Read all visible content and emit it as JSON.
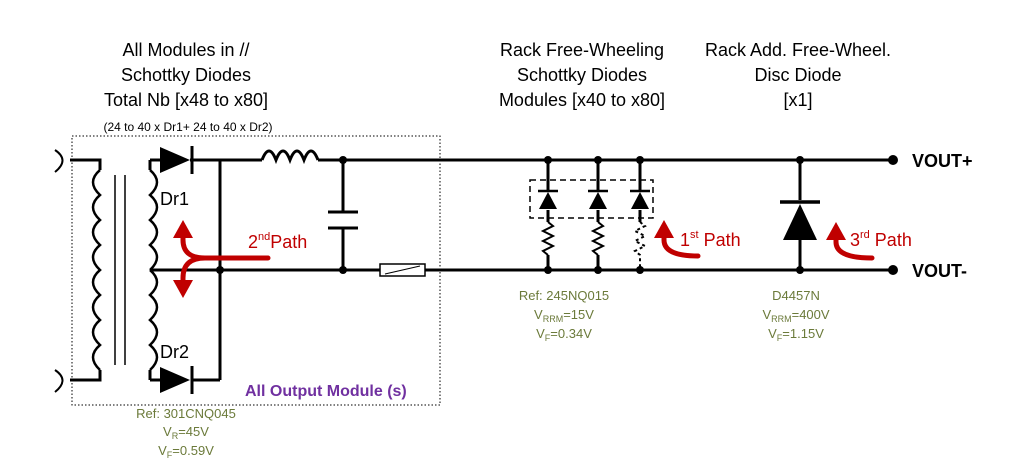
{
  "colors": {
    "wire": "#000000",
    "path_arrow": "#c00000",
    "ref_text": "#6b7a3a",
    "module_label": "#7030a0"
  },
  "schottky_title": {
    "l1": "All Modules in //",
    "l2": "Schottky Diodes",
    "l3": "Total Nb [x48 to x80]"
  },
  "schottky_sub": "(24 to 40 x Dr1+ 24 to 40 x Dr2)",
  "rack_fw_title": {
    "l1": "Rack Free-Wheeling",
    "l2": "Schottky Diodes",
    "l3": "Modules [x40 to x80]"
  },
  "rack_add_title": {
    "l1": "Rack Add. Free-Wheel.",
    "l2": "Disc Diode",
    "l3": "[x1]"
  },
  "labels": {
    "dr1": "Dr1",
    "dr2": "Dr2",
    "vout_plus": "VOUT+",
    "vout_minus": "VOUT-",
    "module_box": "All Output Module (s)"
  },
  "paths": {
    "p1": {
      "num": "1",
      "sup": "st",
      "txt": " Path"
    },
    "p2": {
      "num": "2",
      "sup": "nd",
      "txt": "Path"
    },
    "p3": {
      "num": "3",
      "sup": "rd",
      "txt": " Path"
    }
  },
  "ref_301": {
    "ref": "Ref: 301CNQ045",
    "vr_sym": "V",
    "vr_sub": "R",
    "vr_val": "=45V",
    "vf_sym": "V",
    "vf_sub": "F",
    "vf_val": "=0.59V"
  },
  "ref_245": {
    "ref": "Ref: 245NQ015",
    "vrrm_sym": "V",
    "vrrm_sub": "RRM",
    "vrrm_val": "=15V",
    "vf_sym": "V",
    "vf_sub": "F",
    "vf_val": "=0.34V"
  },
  "ref_d4457": {
    "ref": "D4457N",
    "vrrm_sym": "V",
    "vrrm_sub": "RRM",
    "vrrm_val": "=400V",
    "vf_sym": "V",
    "vf_sub": "F",
    "vf_val": "=1.15V"
  }
}
